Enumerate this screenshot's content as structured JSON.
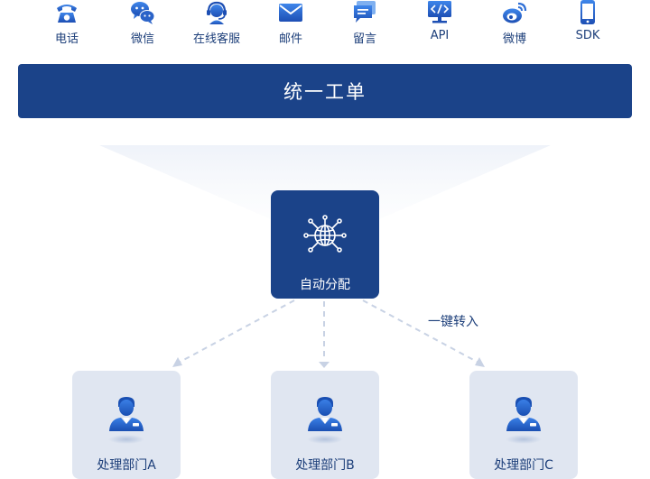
{
  "channels": [
    {
      "label": "电话",
      "icon": "phone-icon"
    },
    {
      "label": "微信",
      "icon": "wechat-icon"
    },
    {
      "label": "在线客服",
      "icon": "online-service-icon"
    },
    {
      "label": "邮件",
      "icon": "mail-icon"
    },
    {
      "label": "留言",
      "icon": "message-icon"
    },
    {
      "label": "API",
      "icon": "api-icon"
    },
    {
      "label": "微博",
      "icon": "weibo-icon"
    },
    {
      "label": "SDK",
      "icon": "sdk-icon"
    }
  ],
  "banner": {
    "title": "统一工单"
  },
  "hub": {
    "label": "自动分配",
    "icon": "globe-network-icon"
  },
  "transfer": {
    "label": "一键转入"
  },
  "departments": [
    {
      "label": "处理部门A",
      "icon": "agent-icon"
    },
    {
      "label": "处理部门B",
      "icon": "agent-icon"
    },
    {
      "label": "处理部门C",
      "icon": "agent-icon"
    }
  ],
  "colors": {
    "primary": "#1b4389",
    "icon_blue": "#2f6fd6",
    "dept_bg": "#e0e6f1",
    "dashed_arrow": "#c8d2e4"
  }
}
